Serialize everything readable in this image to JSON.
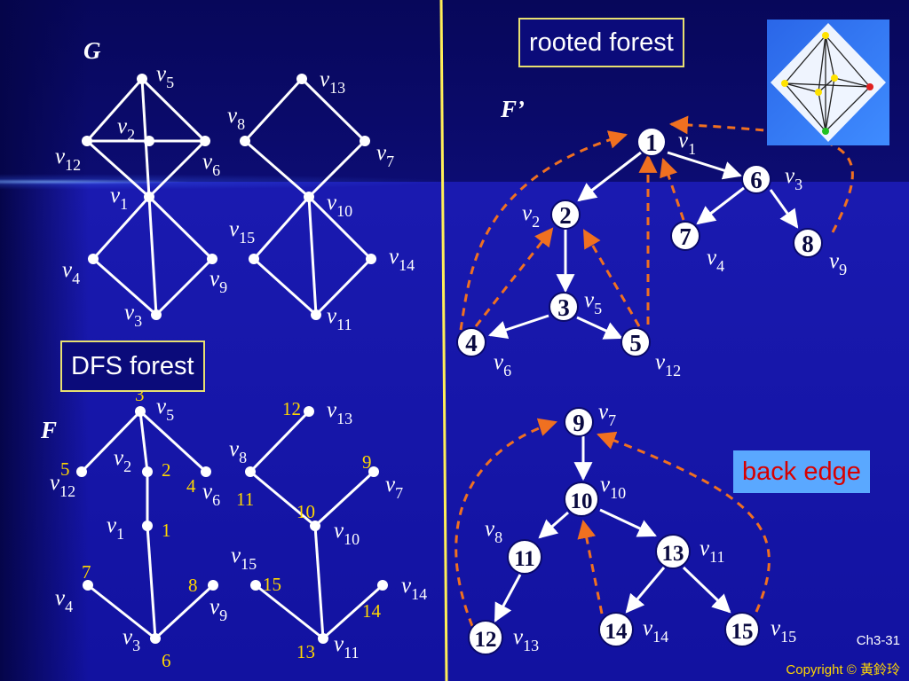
{
  "labels": {
    "rooted_forest": "rooted forest",
    "dfs_forest": "DFS forest",
    "back_edge": "back edge",
    "graph_G": "G",
    "forest_F": "F",
    "forest_F_prime": "F’"
  },
  "footer": {
    "slide_number": "Ch3-31",
    "copyright": "Copyright © 黃鈴玲"
  },
  "colors": {
    "edge": "#ffffff",
    "back_edge": "#f07020",
    "order_number": "#ffd700",
    "label_box_border": "#e8e070",
    "back_edge_box_bg": "#5aa8ff",
    "back_edge_box_text": "#d80000",
    "divider": "#ffee58"
  },
  "graph_G": {
    "vertices": [
      "v1",
      "v2",
      "v3",
      "v4",
      "v5",
      "v6",
      "v7",
      "v8",
      "v9",
      "v10",
      "v11",
      "v12",
      "v13",
      "v14",
      "v15"
    ],
    "edges": [
      [
        "v5",
        "v12"
      ],
      [
        "v5",
        "v6"
      ],
      [
        "v5",
        "v1"
      ],
      [
        "v12",
        "v2"
      ],
      [
        "v2",
        "v6"
      ],
      [
        "v12",
        "v1"
      ],
      [
        "v6",
        "v1"
      ],
      [
        "v2",
        "v1"
      ],
      [
        "v1",
        "v4"
      ],
      [
        "v1",
        "v9"
      ],
      [
        "v1",
        "v3"
      ],
      [
        "v4",
        "v3"
      ],
      [
        "v9",
        "v3"
      ],
      [
        "v13",
        "v8"
      ],
      [
        "v13",
        "v7"
      ],
      [
        "v8",
        "v10"
      ],
      [
        "v7",
        "v10"
      ],
      [
        "v10",
        "v15"
      ],
      [
        "v10",
        "v14"
      ],
      [
        "v10",
        "v11"
      ],
      [
        "v15",
        "v11"
      ],
      [
        "v14",
        "v11"
      ]
    ]
  },
  "dfs_forest_F": {
    "tree_edges": [
      [
        "v5",
        "v12"
      ],
      [
        "v5",
        "v2"
      ],
      [
        "v5",
        "v6"
      ],
      [
        "v2",
        "v1"
      ],
      [
        "v1",
        "v3"
      ],
      [
        "v3",
        "v4"
      ],
      [
        "v3",
        "v9"
      ],
      [
        "v13",
        "v8"
      ],
      [
        "v8",
        "v10"
      ],
      [
        "v10",
        "v7"
      ],
      [
        "v10",
        "v11"
      ],
      [
        "v11",
        "v15"
      ],
      [
        "v11",
        "v14"
      ]
    ],
    "order": {
      "v5": "3",
      "v2": "2",
      "v12": "5",
      "v6": "4",
      "v1": "1",
      "v4": "7",
      "v9": "8",
      "v3": "6",
      "v13": "12",
      "v8": "11",
      "v7": "9",
      "v10": "10",
      "v15": "15",
      "v14": "14",
      "v11": "13"
    }
  },
  "rooted_forest_F_prime": {
    "nodes": [
      {
        "number": "1",
        "vertex": "v1"
      },
      {
        "number": "2",
        "vertex": "v2"
      },
      {
        "number": "3",
        "vertex": "v5"
      },
      {
        "number": "4",
        "vertex": "v6"
      },
      {
        "number": "5",
        "vertex": "v12"
      },
      {
        "number": "6",
        "vertex": "v3"
      },
      {
        "number": "7",
        "vertex": "v4"
      },
      {
        "number": "8",
        "vertex": "v9"
      },
      {
        "number": "9",
        "vertex": "v7"
      },
      {
        "number": "10",
        "vertex": "v10"
      },
      {
        "number": "11",
        "vertex": "v8"
      },
      {
        "number": "12",
        "vertex": "v13"
      },
      {
        "number": "13",
        "vertex": "v11"
      },
      {
        "number": "14",
        "vertex": "v14"
      },
      {
        "number": "15",
        "vertex": "v15"
      }
    ],
    "tree_edges": [
      [
        "1",
        "2"
      ],
      [
        "1",
        "6"
      ],
      [
        "2",
        "3"
      ],
      [
        "3",
        "4"
      ],
      [
        "3",
        "5"
      ],
      [
        "6",
        "7"
      ],
      [
        "6",
        "8"
      ],
      [
        "9",
        "10"
      ],
      [
        "10",
        "11"
      ],
      [
        "10",
        "13"
      ],
      [
        "11",
        "12"
      ],
      [
        "13",
        "14"
      ],
      [
        "13",
        "15"
      ]
    ],
    "back_edges": [
      [
        "4",
        "1"
      ],
      [
        "4",
        "2"
      ],
      [
        "5",
        "1"
      ],
      [
        "5",
        "2"
      ],
      [
        "7",
        "1"
      ],
      [
        "8",
        "1"
      ],
      [
        "12",
        "9"
      ],
      [
        "14",
        "10"
      ],
      [
        "15",
        "9"
      ]
    ]
  }
}
